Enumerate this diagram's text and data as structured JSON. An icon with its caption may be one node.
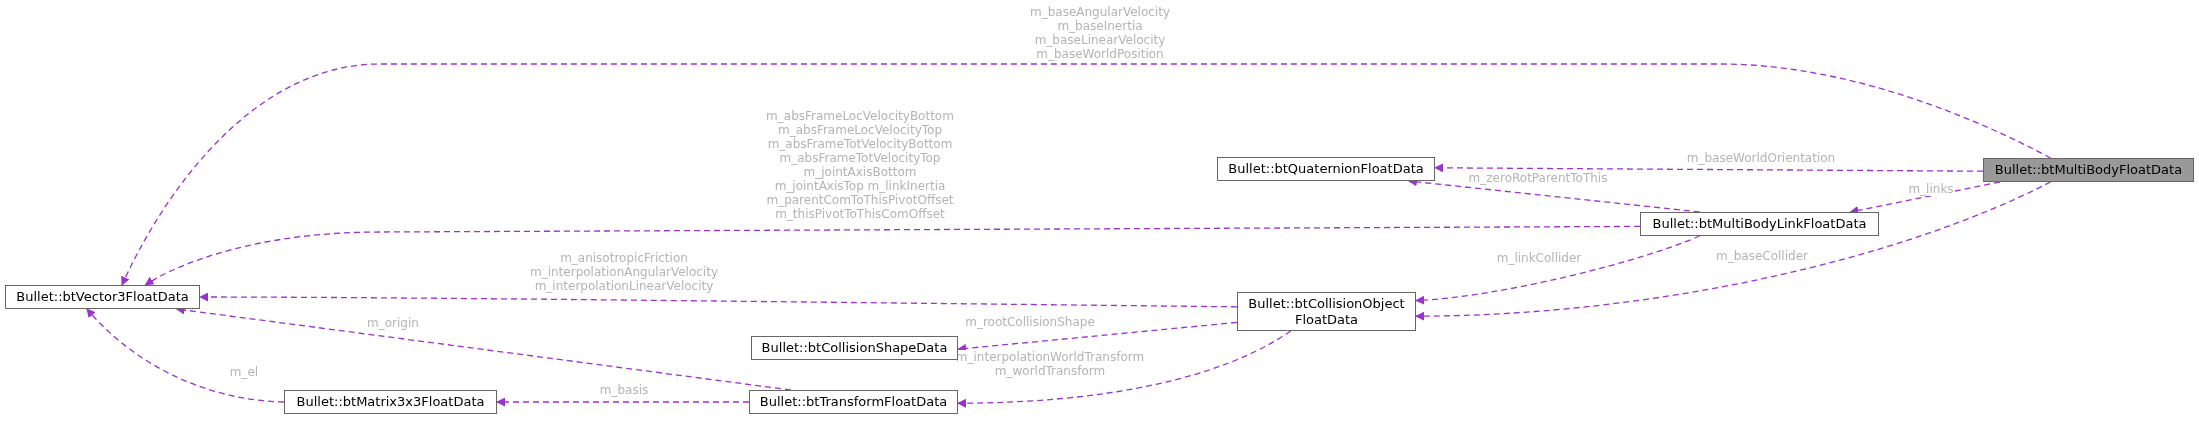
{
  "diagram": {
    "nodes": [
      {
        "text": [
          "Bullet::btMultiBodyFloatData"
        ]
      },
      {
        "text": [
          "Bullet::btQuaternionFloatData"
        ]
      },
      {
        "text": [
          "Bullet::btMultiBodyLinkFloatData"
        ]
      },
      {
        "text": [
          "Bullet::btVector3FloatData"
        ]
      },
      {
        "text": [
          "Bullet::btCollisionObject FloatData"
        ]
      },
      {
        "text": [
          "Bullet::btCollisionShapeData"
        ]
      },
      {
        "text": [
          "Bullet::btMatrix3x3FloatData"
        ]
      },
      {
        "text": [
          "Bullet::btTransformFloatData"
        ]
      }
    ],
    "edges": [
      {
        "from": 0,
        "to": 3,
        "arrow": "to",
        "style": "dashed",
        "label": "m_baseAngularVelocity m_baseInertia m_baseLinearVelocity m_baseWorldPosition"
      },
      {
        "from": 0,
        "to": 1,
        "arrow": "to",
        "style": "dashed",
        "label": "m_baseWorldOrientation"
      },
      {
        "from": 0,
        "to": 2,
        "arrow": "to",
        "style": "dashed",
        "label": "m_links"
      },
      {
        "from": 0,
        "to": 4,
        "arrow": "to",
        "style": "dashed",
        "label": "m_baseCollider"
      },
      {
        "from": 2,
        "to": 1,
        "arrow": "to",
        "style": "dashed",
        "label": "m_zeroRotParentToThis"
      },
      {
        "from": 2,
        "to": 3,
        "arrow": "to",
        "style": "dashed",
        "label": "m_absFrameLocVelocityBottom m_absFrameLocVelocityTop m_absFrameTotVelocityBottom m_absFrameTotVelocityTop m_jointAxisBottom m_jointAxisTop m_linkInertia m_parentComToThisPivotOffset m_thisPivotToThisComOffset"
      },
      {
        "from": 2,
        "to": 4,
        "arrow": "to",
        "style": "dashed",
        "label": "m_linkCollider"
      },
      {
        "from": 4,
        "to": 3,
        "arrow": "to",
        "style": "dashed",
        "label": "m_anisotropicFriction m_interpolationAngularVelocity m_interpolationLinearVelocity"
      },
      {
        "from": 4,
        "to": 5,
        "arrow": "to",
        "style": "dashed",
        "label": "m_rootCollisionShape"
      },
      {
        "from": 4,
        "to": 7,
        "arrow": "to",
        "style": "dashed",
        "label": "m_interpolationWorldTransform m_worldTransform"
      },
      {
        "from": 7,
        "to": 3,
        "arrow": "to",
        "style": "dashed",
        "label": "m_origin"
      },
      {
        "from": 7,
        "to": 6,
        "arrow": "to",
        "style": "dashed",
        "label": "m_basis"
      },
      {
        "from": 6,
        "to": 3,
        "arrow": "to",
        "style": "dashed",
        "label": "m_el"
      }
    ]
  }
}
